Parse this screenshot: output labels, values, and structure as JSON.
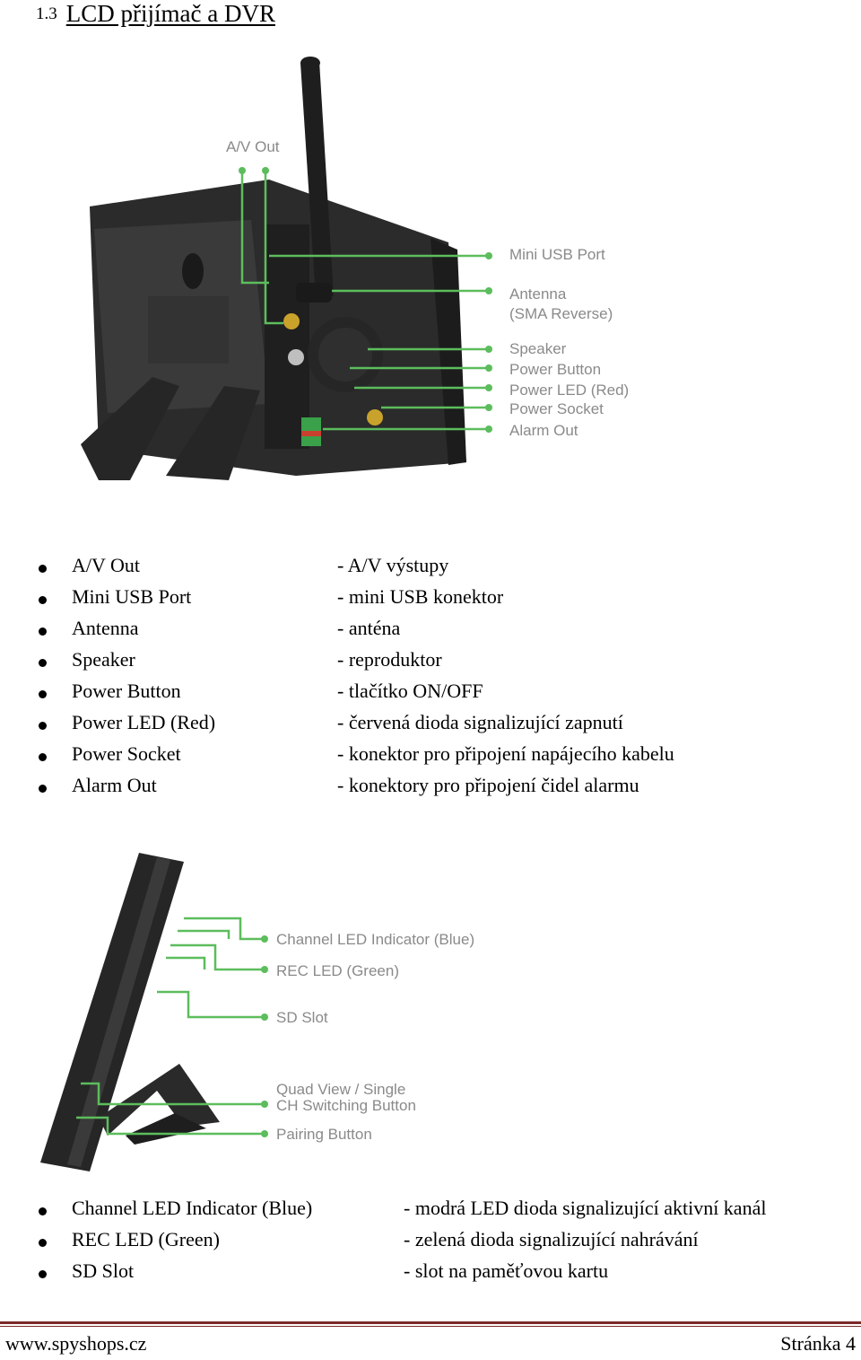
{
  "heading": {
    "number": "1.3",
    "title": "LCD přijímač a DVR"
  },
  "figure1": {
    "callouts": {
      "av_out": "A/V Out",
      "mini_usb": "Mini USB Port",
      "antenna_line1": "Antenna",
      "antenna_line2": "(SMA Reverse)",
      "speaker": "Speaker",
      "power_button": "Power Button",
      "power_led": "Power LED (Red)",
      "power_socket": "Power Socket",
      "alarm_out": "Alarm Out"
    }
  },
  "list1": [
    {
      "term": "A/V Out",
      "desc": "- A/V výstupy"
    },
    {
      "term": "Mini USB Port",
      "desc": "- mini USB konektor"
    },
    {
      "term": "Antenna",
      "desc": "- anténa"
    },
    {
      "term": "Speaker",
      "desc": "- reproduktor"
    },
    {
      "term": "Power Button",
      "desc": "- tlačítko ON/OFF"
    },
    {
      "term": "Power LED (Red)",
      "desc": "- červená dioda signalizující zapnutí"
    },
    {
      "term": "Power Socket",
      "desc": "- konektor pro připojení napájecího kabelu"
    },
    {
      "term": "Alarm Out",
      "desc": "- konektory pro připojení čidel alarmu"
    }
  ],
  "figure2": {
    "callouts": {
      "channel_led": "Channel LED Indicator (Blue)",
      "rec_led": "REC LED (Green)",
      "sd_slot": "SD Slot",
      "quad_line1": "Quad View / Single",
      "quad_line2": "CH Switching Button",
      "pairing": "Pairing Button"
    }
  },
  "list2": [
    {
      "term": "Channel LED Indicator (Blue)",
      "desc": "- modrá LED dioda signalizující aktivní kanál"
    },
    {
      "term": "REC LED (Green)",
      "desc": "- zelená dioda signalizující nahrávání"
    },
    {
      "term": "SD Slot",
      "desc": "- slot na paměťovou kartu"
    }
  ],
  "footer": {
    "website": "www.spyshops.cz",
    "page": "Stránka 4"
  },
  "colors": {
    "callout_green": "#5cbd5c",
    "footer_rule": "#7b2a29",
    "device_body": "#2b2b2b"
  }
}
